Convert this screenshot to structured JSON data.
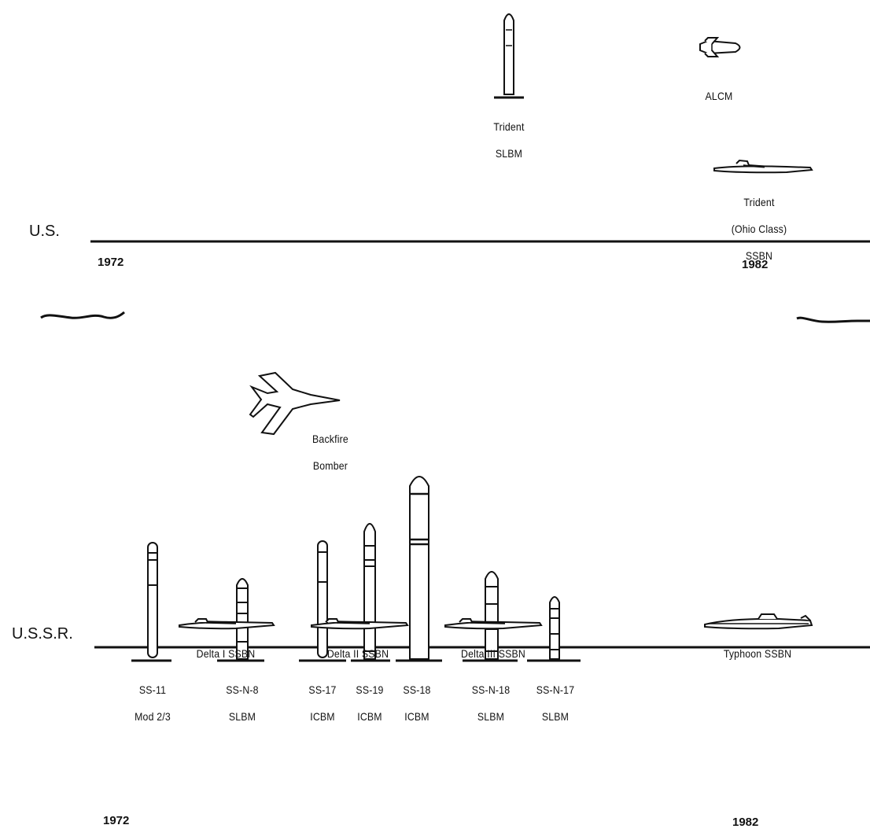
{
  "us": {
    "row_label": "U.S.",
    "start_year": "1972",
    "end_year": "1982",
    "systems": [
      {
        "id": "trident-slbm",
        "line1": "Trident",
        "line2": "SLBM"
      },
      {
        "id": "alcm",
        "line1": "ALCM"
      },
      {
        "id": "trident-ssbn",
        "line1": "Trident",
        "line2": "(Ohio Class)",
        "line3": "SSBN"
      }
    ]
  },
  "ussr": {
    "row_label": "U.S.S.R.",
    "start_year": "1972",
    "end_year": "1982",
    "bomber": {
      "line1": "Backfire",
      "line2": "Bomber"
    },
    "missiles": [
      {
        "id": "ss-11",
        "line1": "SS-11",
        "line2": "Mod 2/3"
      },
      {
        "id": "ss-n-8",
        "line1": "SS-N-8",
        "line2": "SLBM"
      },
      {
        "id": "ss-17",
        "line1": "SS-17",
        "line2": "ICBM"
      },
      {
        "id": "ss-19",
        "line1": "SS-19",
        "line2": "ICBM"
      },
      {
        "id": "ss-18",
        "line1": "SS-18",
        "line2": "ICBM"
      },
      {
        "id": "ss-n-18",
        "line1": "SS-N-18",
        "line2": "SLBM"
      },
      {
        "id": "ss-n-17",
        "line1": "SS-N-17",
        "line2": "SLBM"
      }
    ],
    "submarines": [
      {
        "id": "delta-1",
        "label": "Delta I SSBN"
      },
      {
        "id": "delta-2",
        "label": "Delta II SSBN"
      },
      {
        "id": "delta-3",
        "label": "Delta III SSBN"
      },
      {
        "id": "typhoon",
        "label": "Typhoon SSBN"
      }
    ]
  }
}
